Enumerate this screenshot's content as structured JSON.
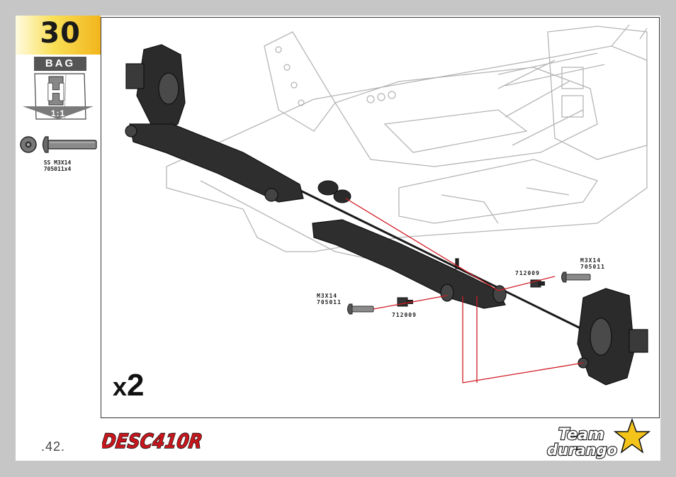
{
  "step": {
    "number": "30"
  },
  "bag": {
    "label": "BAG",
    "letter": "H",
    "scale": "1:1"
  },
  "parts": [
    {
      "name": "SS M3X14",
      "code": "705011x4"
    }
  ],
  "callouts": [
    {
      "id": "screw-right",
      "line1": "M3X14",
      "line2": "705011"
    },
    {
      "id": "ball-right",
      "line1": "712009"
    },
    {
      "id": "screw-left",
      "line1": "M3X14",
      "line2": "705011"
    },
    {
      "id": "ball-left",
      "line1": "712009"
    }
  ],
  "quantity": {
    "prefix": "x",
    "count": "2"
  },
  "footer": {
    "page_number": ".42.",
    "product_logo": "DESC410R",
    "brand_logo_line1": "Team",
    "brand_logo_line2": "durango"
  },
  "colors": {
    "step_tab": "#f2b51d",
    "bag_gray": "#555555",
    "arrow_red": "#d01c24",
    "logo_red": "#c8161d",
    "logo_gold": "#f5c41b",
    "page_bg": "#c6c6c6"
  }
}
